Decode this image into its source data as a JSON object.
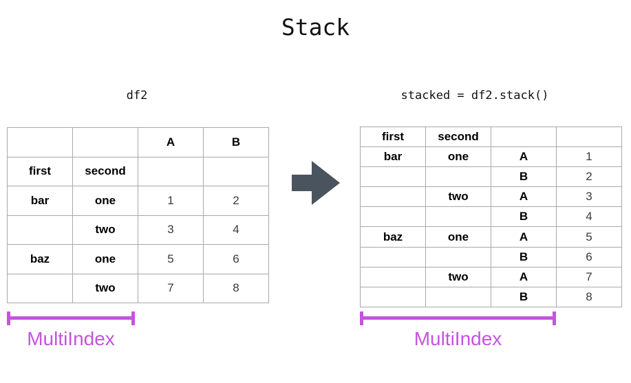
{
  "title": "Stack",
  "colors": {
    "gold": "#F0C514",
    "yellow": "#FAEDA2",
    "green": "#41B946",
    "green_light": "#C2E4BD",
    "blue": "#42A1F5",
    "blue_light": "#BEDBF7",
    "magenta": "#C653E0",
    "arrow": "#4A545E",
    "border": "#A8A8A8",
    "number_text": "#3A3A3A"
  },
  "left_panel": {
    "label": "df2",
    "bracket_label": "MultiIndex",
    "table_rows": [
      [
        {
          "t": "",
          "s": "white"
        },
        {
          "t": "",
          "s": "white"
        },
        {
          "t": "A",
          "s": "gold",
          "b": true
        },
        {
          "t": "B",
          "s": "gold",
          "b": true
        }
      ],
      [
        {
          "t": "first",
          "s": "green",
          "b": true
        },
        {
          "t": "second",
          "s": "green_light",
          "b": true
        },
        {
          "t": "",
          "s": "white"
        },
        {
          "t": "",
          "s": "white"
        }
      ],
      [
        {
          "t": "bar",
          "s": "blue",
          "b": true
        },
        {
          "t": "one",
          "s": "blue_light",
          "b": true
        },
        {
          "t": "1",
          "s": "yellow"
        },
        {
          "t": "2",
          "s": "yellow"
        }
      ],
      [
        {
          "t": "",
          "s": "blue"
        },
        {
          "t": "two",
          "s": "blue_light",
          "b": true
        },
        {
          "t": "3",
          "s": "yellow"
        },
        {
          "t": "4",
          "s": "yellow"
        }
      ],
      [
        {
          "t": "baz",
          "s": "blue",
          "b": true
        },
        {
          "t": "one",
          "s": "blue_light",
          "b": true
        },
        {
          "t": "5",
          "s": "yellow"
        },
        {
          "t": "6",
          "s": "yellow"
        }
      ],
      [
        {
          "t": "",
          "s": "blue"
        },
        {
          "t": "two",
          "s": "blue_light",
          "b": true
        },
        {
          "t": "7",
          "s": "yellow"
        },
        {
          "t": "8",
          "s": "yellow"
        }
      ]
    ]
  },
  "right_panel": {
    "label": "stacked = df2.stack()",
    "bracket_label": "MultiIndex",
    "table_rows": [
      [
        {
          "t": "first",
          "s": "green",
          "b": true
        },
        {
          "t": "second",
          "s": "green_light",
          "b": true
        },
        {
          "t": "",
          "s": "white"
        },
        {
          "t": "",
          "s": "white"
        }
      ],
      [
        {
          "t": "bar",
          "s": "blue",
          "b": true
        },
        {
          "t": "one",
          "s": "blue_light",
          "b": true
        },
        {
          "t": "A",
          "s": "gold",
          "b": true
        },
        {
          "t": "1",
          "s": "yellow"
        }
      ],
      [
        {
          "t": "",
          "s": "blue"
        },
        {
          "t": "",
          "s": "blue_light"
        },
        {
          "t": "B",
          "s": "gold",
          "b": true
        },
        {
          "t": "2",
          "s": "yellow"
        }
      ],
      [
        {
          "t": "",
          "s": "blue"
        },
        {
          "t": "two",
          "s": "blue_light",
          "b": true
        },
        {
          "t": "A",
          "s": "gold",
          "b": true
        },
        {
          "t": "3",
          "s": "yellow"
        }
      ],
      [
        {
          "t": "",
          "s": "blue"
        },
        {
          "t": "",
          "s": "blue_light"
        },
        {
          "t": "B",
          "s": "gold",
          "b": true
        },
        {
          "t": "4",
          "s": "yellow"
        }
      ],
      [
        {
          "t": "baz",
          "s": "blue",
          "b": true
        },
        {
          "t": "one",
          "s": "blue_light",
          "b": true
        },
        {
          "t": "A",
          "s": "gold",
          "b": true
        },
        {
          "t": "5",
          "s": "yellow"
        }
      ],
      [
        {
          "t": "",
          "s": "blue"
        },
        {
          "t": "",
          "s": "blue_light"
        },
        {
          "t": "B",
          "s": "gold",
          "b": true
        },
        {
          "t": "6",
          "s": "yellow"
        }
      ],
      [
        {
          "t": "",
          "s": "blue"
        },
        {
          "t": "two",
          "s": "blue_light",
          "b": true
        },
        {
          "t": "A",
          "s": "gold",
          "b": true
        },
        {
          "t": "7",
          "s": "yellow"
        }
      ],
      [
        {
          "t": "",
          "s": "blue"
        },
        {
          "t": "",
          "s": "blue_light"
        },
        {
          "t": "B",
          "s": "gold",
          "b": true
        },
        {
          "t": "8",
          "s": "yellow"
        }
      ]
    ]
  }
}
